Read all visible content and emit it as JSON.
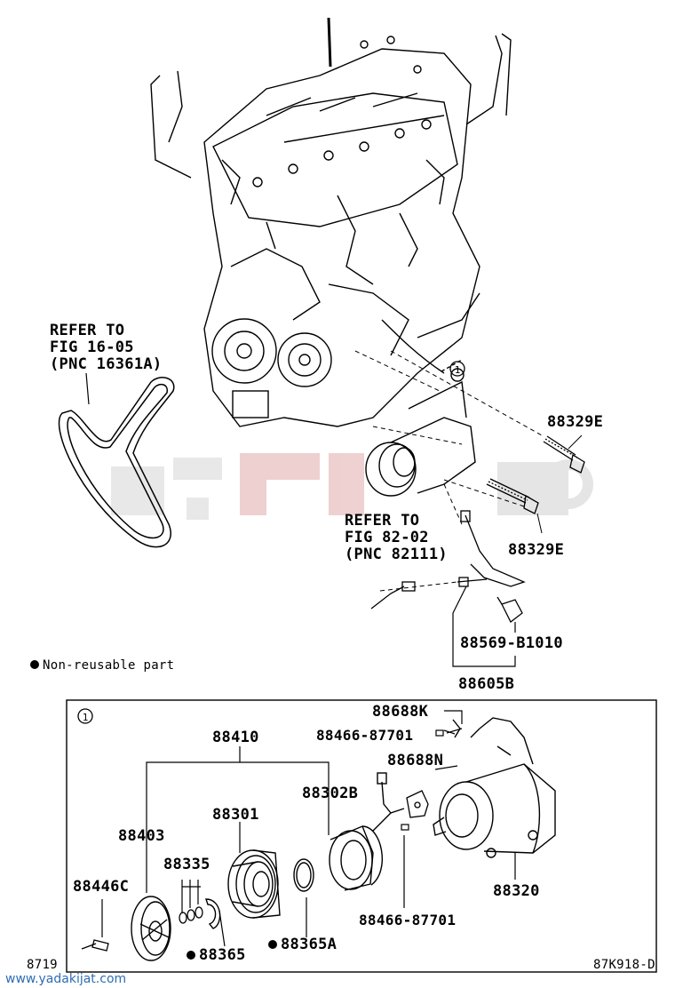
{
  "refs": {
    "belt_ref_line1": "REFER TO",
    "belt_ref_line2": "FIG 16-05",
    "belt_ref_line3": "(PNC 16361A)",
    "hose_ref_line1": "REFER TO",
    "hose_ref_line2": "FIG 82-02",
    "hose_ref_line3": "(PNC 82111)"
  },
  "labels": {
    "bolt_upper": "88329E",
    "bolt_lower": "88329E",
    "sensor": "88569-B1010",
    "harness": "88605B",
    "bracket_k": "88688K",
    "bolt_a": "88466-87701",
    "bracket_n": "88688N",
    "assy": "88410",
    "coil": "88302B",
    "pulley": "88301",
    "hub_assy": "88403",
    "shims": "88335",
    "hub_bolt": "88446C",
    "compressor": "88320",
    "bolt_b": "88466-87701",
    "snap_ring_a": "88365",
    "snap_ring_b": "88365A"
  },
  "legend": {
    "text": "Non-reusable part"
  },
  "callout_marker": "1",
  "footer": {
    "left_code": "8719",
    "right_code": "87K918-D",
    "watermark": "www.yadakijat.com"
  },
  "colors": {
    "ink": "#000000",
    "watermark_red": "#e8c8c8",
    "watermark_grey": "#e3e3e3",
    "link": "#2e6db4"
  }
}
